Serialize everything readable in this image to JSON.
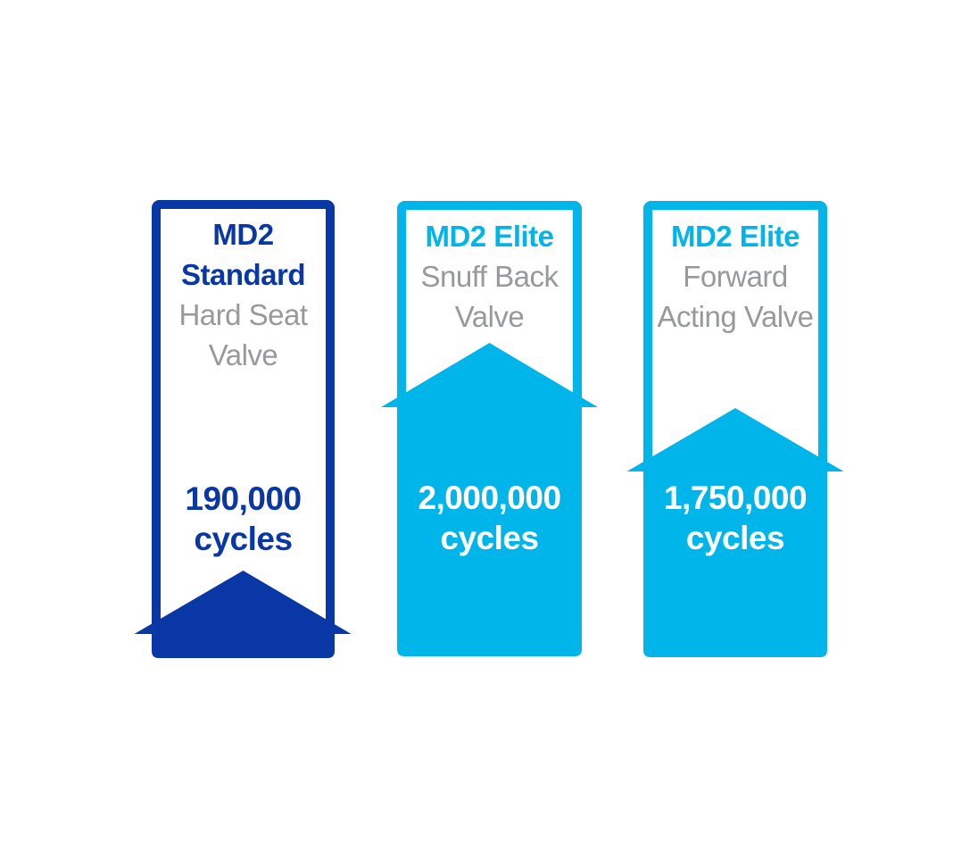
{
  "colors": {
    "dark_blue": "#0A37A6",
    "cyan": "#00B5EA",
    "gray": "#97999C",
    "white": "#FFFFFF",
    "background": "#FFFFFF"
  },
  "chart_data": {
    "type": "bar",
    "categories": [
      "MD2 Standard Hard Seat Valve",
      "MD2 Elite Snuff Back Valve",
      "MD2 Elite Forward Acting Valve"
    ],
    "values": [
      190000,
      2000000,
      1750000
    ],
    "value_labels": [
      "190,000 cycles",
      "2,000,000 cycles",
      "1,750,000 cycles"
    ],
    "title": "",
    "xlabel": "",
    "ylabel": "cycles",
    "legend": false,
    "layout_hint": "three ribbon boxes with upward arrows; arrow height encodes cycle count"
  },
  "columns": [
    {
      "id": "md2-standard-hard-seat-valve",
      "title_lines": [
        "MD2",
        "Standard"
      ],
      "subtitle_lines": [
        "Hard Seat",
        "Valve"
      ],
      "value": "190,000",
      "unit": "cycles",
      "theme_color": "#0A37A6",
      "value_text_color": "#0A37A6"
    },
    {
      "id": "md2-elite-snuff-back-valve",
      "title_lines": [
        "MD2 Elite"
      ],
      "subtitle_lines": [
        "Snuff Back",
        "Valve"
      ],
      "value": "2,000,000",
      "unit": "cycles",
      "theme_color": "#00B5EA",
      "value_text_color": "#FFFFFF"
    },
    {
      "id": "md2-elite-forward-acting-valve",
      "title_lines": [
        "MD2 Elite"
      ],
      "subtitle_lines": [
        "Forward",
        "Acting Valve"
      ],
      "value": "1,750,000",
      "unit": "cycles",
      "theme_color": "#00B5EA",
      "value_text_color": "#FFFFFF"
    }
  ]
}
